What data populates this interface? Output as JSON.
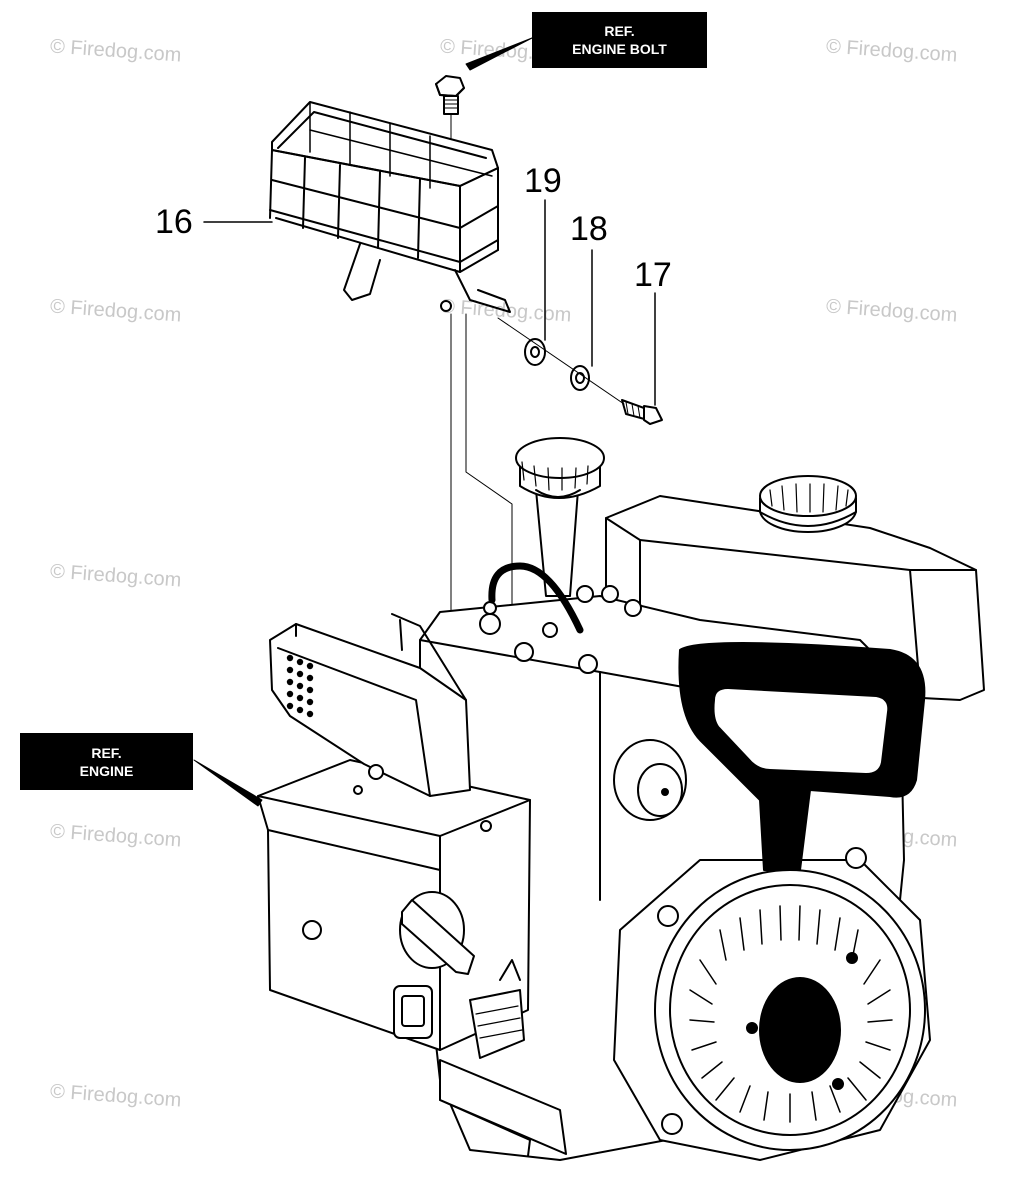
{
  "labels": {
    "ref_engine_bolt_line1": "REF.",
    "ref_engine_bolt_line2": "ENGINE BOLT",
    "ref_engine_line1": "REF.",
    "ref_engine_line2": "ENGINE"
  },
  "callouts": {
    "item_16": "16",
    "item_17": "17",
    "item_18": "18",
    "item_19": "19"
  },
  "watermark": "© Firedog.com",
  "colors": {
    "line": "#000000",
    "background": "#ffffff",
    "watermark": "#c8c8c8"
  }
}
